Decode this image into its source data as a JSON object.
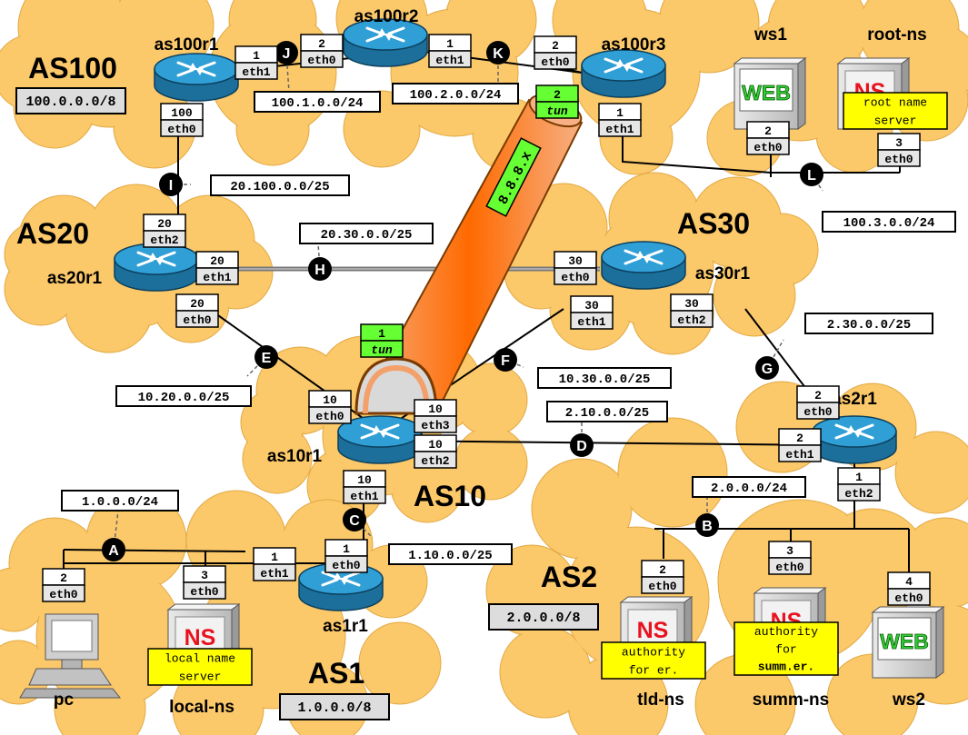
{
  "autonomous_systems": [
    {
      "id": "as100",
      "name": "AS100",
      "prefix": "100.0.0.0/8"
    },
    {
      "id": "as20",
      "name": "AS20"
    },
    {
      "id": "as30",
      "name": "AS30"
    },
    {
      "id": "as10",
      "name": "AS10"
    },
    {
      "id": "as2",
      "name": "AS2",
      "prefix": "2.0.0.0/8"
    },
    {
      "id": "as1",
      "name": "AS1",
      "prefix": "1.0.0.0/8"
    }
  ],
  "routers": [
    {
      "id": "as100r1",
      "name": "as100r1"
    },
    {
      "id": "as100r2",
      "name": "as100r2"
    },
    {
      "id": "as100r3",
      "name": "as100r3"
    },
    {
      "id": "as20r1",
      "name": "as20r1"
    },
    {
      "id": "as30r1",
      "name": "as30r1"
    },
    {
      "id": "as10r1",
      "name": "as10r1"
    },
    {
      "id": "as2r1",
      "name": "as2r1"
    },
    {
      "id": "as1r1",
      "name": "as1r1"
    }
  ],
  "hosts": [
    {
      "id": "ws1",
      "name": "ws1",
      "kind": "web",
      "badge": "WEB"
    },
    {
      "id": "root-ns",
      "name": "root-ns",
      "kind": "ns",
      "badge": "NS",
      "note": [
        "root name",
        "server"
      ]
    },
    {
      "id": "pc",
      "name": "pc",
      "kind": "pc"
    },
    {
      "id": "local-ns",
      "name": "local-ns",
      "kind": "ns",
      "badge": "NS",
      "note": [
        "local name",
        "server"
      ]
    },
    {
      "id": "tld-ns",
      "name": "tld-ns",
      "kind": "ns",
      "badge": "NS",
      "note": [
        "authority",
        "for er."
      ]
    },
    {
      "id": "summ-ns",
      "name": "summ-ns",
      "kind": "ns",
      "badge": "NS",
      "note": [
        "authority",
        "for",
        "summ.er."
      ]
    },
    {
      "id": "ws2",
      "name": "ws2",
      "kind": "web",
      "badge": "WEB"
    }
  ],
  "collision_domains": [
    {
      "id": "A",
      "subnet": "1.0.0.0/24"
    },
    {
      "id": "B",
      "subnet": "2.0.0.0/24"
    },
    {
      "id": "C",
      "subnet": "1.10.0.0/25"
    },
    {
      "id": "D",
      "subnet": "2.10.0.0/25"
    },
    {
      "id": "E",
      "subnet": "10.20.0.0/25"
    },
    {
      "id": "F",
      "subnet": "10.30.0.0/25"
    },
    {
      "id": "G",
      "subnet": "2.30.0.0/25"
    },
    {
      "id": "H",
      "subnet": "20.30.0.0/25"
    },
    {
      "id": "I",
      "subnet": "20.100.0.0/25"
    },
    {
      "id": "J",
      "subnet": "100.1.0.0/24"
    },
    {
      "id": "K",
      "subnet": "100.2.0.0/24"
    },
    {
      "id": "L",
      "subnet": "100.3.0.0/24"
    }
  ],
  "tunnel": {
    "label": "8.8.8.x",
    "colors": {
      "outer": "#f3a06a",
      "core": "#ff6a00"
    }
  },
  "interfaces": [
    {
      "id": "as100r1-eth1",
      "num": "1",
      "name": "eth1"
    },
    {
      "id": "as100r1-eth0",
      "num": "100",
      "name": "eth0"
    },
    {
      "id": "as100r2-eth0",
      "num": "2",
      "name": "eth0"
    },
    {
      "id": "as100r2-eth1",
      "num": "1",
      "name": "eth1"
    },
    {
      "id": "as100r3-eth0",
      "num": "2",
      "name": "eth0"
    },
    {
      "id": "as100r3-eth1",
      "num": "1",
      "name": "eth1"
    },
    {
      "id": "as100r3-tun",
      "num": "2",
      "name": "tun",
      "tunnel": true
    },
    {
      "id": "ws1-eth0",
      "num": "2",
      "name": "eth0"
    },
    {
      "id": "rootns-eth0",
      "num": "3",
      "name": "eth0"
    },
    {
      "id": "as20r1-eth2",
      "num": "20",
      "name": "eth2"
    },
    {
      "id": "as20r1-eth1",
      "num": "20",
      "name": "eth1"
    },
    {
      "id": "as20r1-eth0",
      "num": "20",
      "name": "eth0"
    },
    {
      "id": "as30r1-eth0",
      "num": "30",
      "name": "eth0"
    },
    {
      "id": "as30r1-eth1",
      "num": "30",
      "name": "eth1"
    },
    {
      "id": "as30r1-eth2",
      "num": "30",
      "name": "eth2"
    },
    {
      "id": "as10r1-tun",
      "num": "1",
      "name": "tun",
      "tunnel": true
    },
    {
      "id": "as10r1-eth0",
      "num": "10",
      "name": "eth0"
    },
    {
      "id": "as10r1-eth3",
      "num": "10",
      "name": "eth3"
    },
    {
      "id": "as10r1-eth2",
      "num": "10",
      "name": "eth2"
    },
    {
      "id": "as10r1-eth1",
      "num": "10",
      "name": "eth1"
    },
    {
      "id": "as2r1-eth0",
      "num": "2",
      "name": "eth0"
    },
    {
      "id": "as2r1-eth1",
      "num": "2",
      "name": "eth1"
    },
    {
      "id": "as2r1-eth2",
      "num": "1",
      "name": "eth2"
    },
    {
      "id": "tldns-eth0",
      "num": "2",
      "name": "eth0"
    },
    {
      "id": "summns-eth0",
      "num": "3",
      "name": "eth0"
    },
    {
      "id": "ws2-eth0",
      "num": "4",
      "name": "eth0"
    },
    {
      "id": "as1r1-eth0",
      "num": "1",
      "name": "eth0"
    },
    {
      "id": "as1r1-eth1",
      "num": "1",
      "name": "eth1"
    },
    {
      "id": "pc-eth0",
      "num": "2",
      "name": "eth0"
    },
    {
      "id": "localns-eth0",
      "num": "3",
      "name": "eth0"
    }
  ],
  "colors": {
    "cloud": "#fbc86a",
    "router_top": "#2f9fd6",
    "router_side": "#1b6f9a",
    "iface_num_bg": "#ffffff",
    "iface_name_bg": "#e6e6e6",
    "tunnel_iface_bg": "#66ff33",
    "note_bg": "#ffff00",
    "prefix_bg": "#dddddd",
    "node_bg": "#000000"
  }
}
